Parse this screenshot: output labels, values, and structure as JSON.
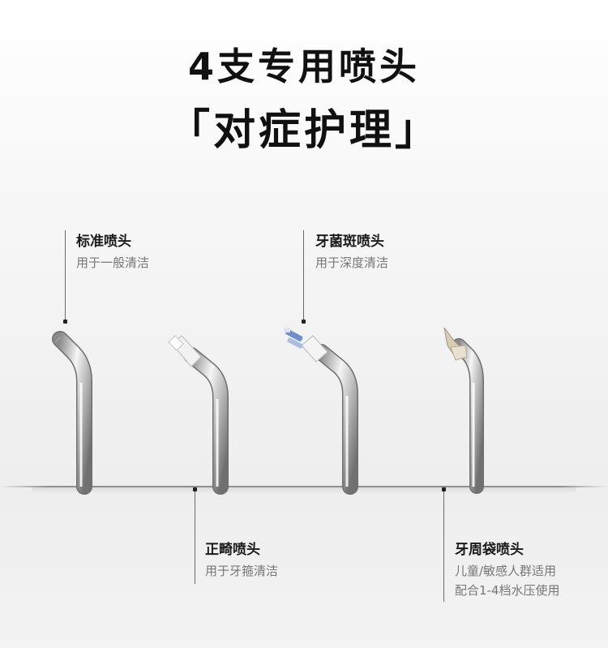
{
  "header": {
    "line1": "4支专用喷头",
    "line2": "「对症护理」"
  },
  "callouts": [
    {
      "name": "标准喷头",
      "desc": [
        "用于一般清洁"
      ]
    },
    {
      "name": "牙菌斑喷头",
      "desc": [
        "用于深度清洁"
      ]
    },
    {
      "name": "正畸喷头",
      "desc": [
        "用于牙箍清洁"
      ]
    },
    {
      "name": "牙周袋喷头",
      "desc": [
        "儿童/敏感人群适用",
        "配合1-4档水压使用"
      ]
    }
  ],
  "colors": {
    "steel_light": "#f4f4f4",
    "steel_mid": "#c9c9c9",
    "steel_dark": "#7d7d7d",
    "plastic_white": "#f2f2f2",
    "bristle_blue": "#6f8fc8",
    "rubber_tip": "#d8cdb4"
  }
}
